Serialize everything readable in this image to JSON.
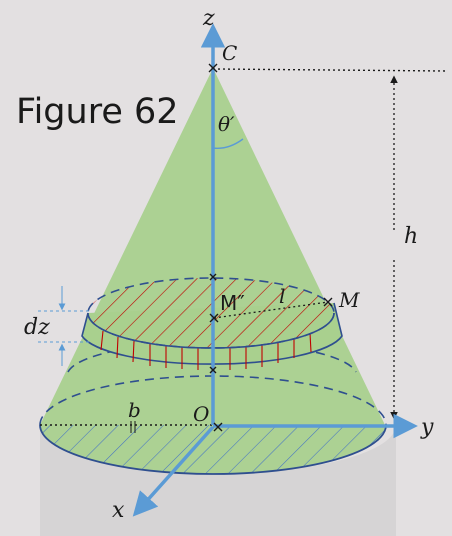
{
  "figure": {
    "title": "Figure 62",
    "labels": {
      "z": "z",
      "y": "y",
      "x": "x",
      "apex": "C",
      "origin": "O",
      "angle": "θ′",
      "height": "h",
      "point_M": "M",
      "point_M2": "M″",
      "slant": "l",
      "thickness": "dz",
      "radius": "b"
    },
    "colors": {
      "background": "#e3e0e1",
      "cone_fill": "#a9d08e",
      "axis": "#5b9bd5",
      "outline": "#2f4f8f",
      "hatch_disk": "#c00000",
      "hatch_base": "#4472c4",
      "shadow": "#d6d4d5"
    }
  }
}
